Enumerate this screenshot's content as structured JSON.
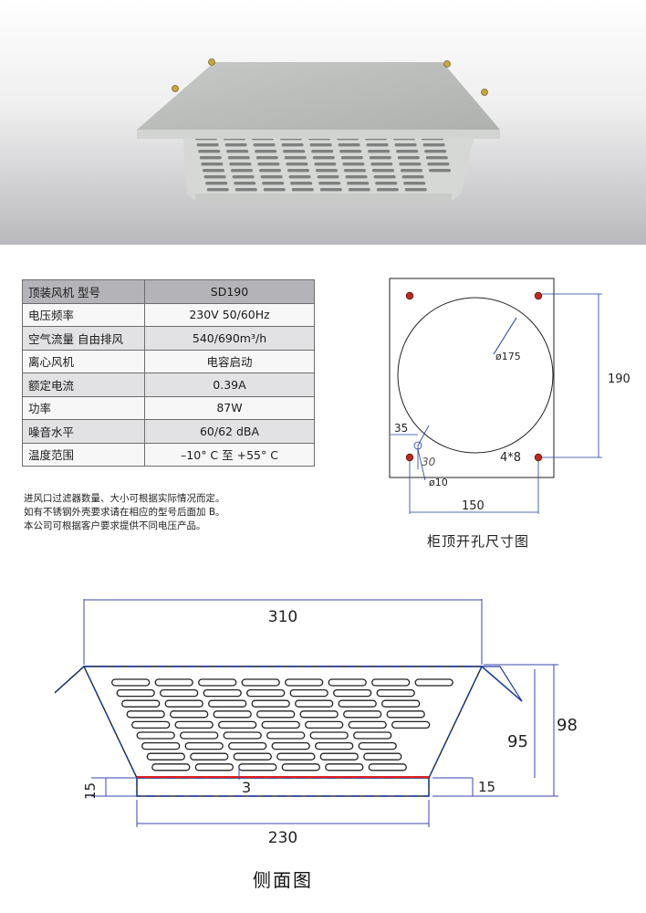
{
  "spec_table": {
    "rows": [
      {
        "label": "顶装风机  型号",
        "value": "SD190"
      },
      {
        "label": "电压频率",
        "value": "230V 50/60Hz"
      },
      {
        "label": "空气流量 自由排风",
        "value": "540/690m³/h"
      },
      {
        "label": "离心风机",
        "value": "电容启动"
      },
      {
        "label": "额定电流",
        "value": "0.39A"
      },
      {
        "label": "功率",
        "value": "87W"
      },
      {
        "label": "噪音水平",
        "value": "60/62 dBA"
      },
      {
        "label": "温度范围",
        "value": "–10° C 至 +55° C"
      }
    ]
  },
  "notes": [
    "进风口过滤器数量、大小可根据实际情况而定。",
    "如有不锈钢外壳要求请在相应的型号后面加 B。",
    "本公司可根据客户要求提供不同电压产品。"
  ],
  "top_view": {
    "caption": "柜顶开孔尺寸图",
    "dim_circle": "ø175",
    "dim_height": "190",
    "dim_offset": "35",
    "dim_angle": "30",
    "dim_holes": "4*8",
    "dim_hole_dia": "ø10",
    "dim_width": "150"
  },
  "side_view": {
    "caption": "侧面图",
    "dim_top": "310",
    "dim_total_height": "98",
    "dim_body_height": "95",
    "dim_left_lip": "15",
    "dim_right_lip": "15",
    "dim_gap": "3",
    "dim_bottom": "230"
  },
  "colors": {
    "outline_blue": "#1c3fa0",
    "hole_red": "#c0281c",
    "seal_red": "#e02020",
    "dim_blue": "#3a47b0"
  }
}
